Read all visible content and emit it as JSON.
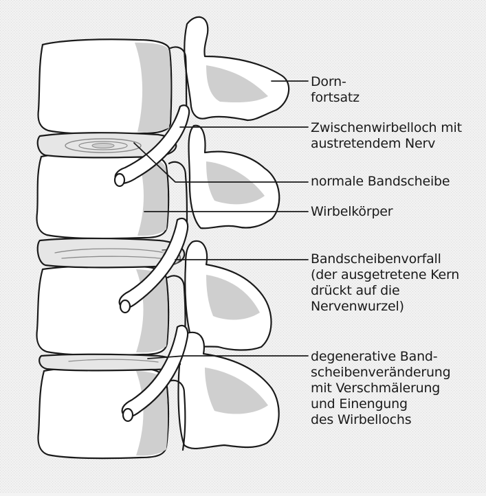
{
  "labels": {
    "dornfortsatz": [
      "Dorn-",
      "fortsatz"
    ],
    "zwischenwirbelloch": [
      "Zwischenwirbelloch mit",
      "austretendem Nerv"
    ],
    "normale_bandscheibe": [
      "normale Bandscheibe"
    ],
    "wirbelkoerper": [
      "Wirbelkörper"
    ],
    "bandscheibenvorfall": [
      "Bandscheibenvorfall",
      "(der ausgetretene Kern",
      "drückt auf die",
      "Nervenwurzel)"
    ],
    "degenerative": [
      "degenerative Band-",
      "scheibenveränderung",
      "mit Verschmälerung",
      "und Einengung",
      "des Wirbellochs"
    ]
  },
  "colors": {
    "background": "#f3f3f3",
    "bone": "#ffffff",
    "shadow": "#c9c9c9",
    "disc": "#e4e4e4",
    "outline": "#1a1a1a"
  }
}
